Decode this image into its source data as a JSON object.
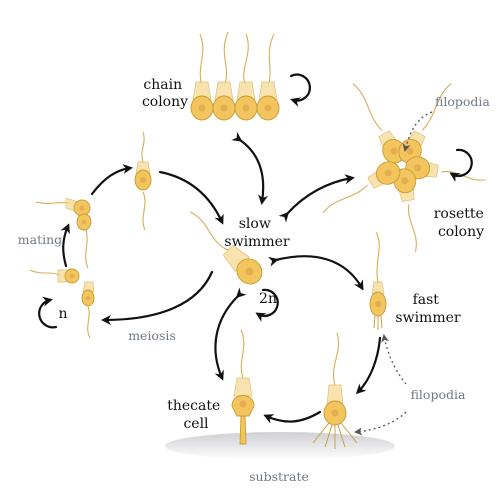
{
  "labels": {
    "chain_colony": [
      "chain",
      "colony"
    ],
    "filopodia_top": "filopodia",
    "rosette_colony": [
      "rosette",
      "colony"
    ],
    "slow_swimmer": [
      "slow",
      "swimmer"
    ],
    "fast_swimmer": [
      "fast",
      "swimmer"
    ],
    "mating": "mating",
    "meiosis": "meiosis",
    "haploid": "n",
    "diploid": "2n",
    "filopodia_bottom": "filopodia",
    "thecate_cell": [
      "thecate",
      "cell"
    ],
    "substrate": "substrate"
  },
  "colors": {
    "cell_body": "#f2c55f",
    "cell_outline": "#c99a30",
    "collar": "#f7dfa0",
    "arrow": "#111111",
    "grey_label": "#6f7a86"
  }
}
